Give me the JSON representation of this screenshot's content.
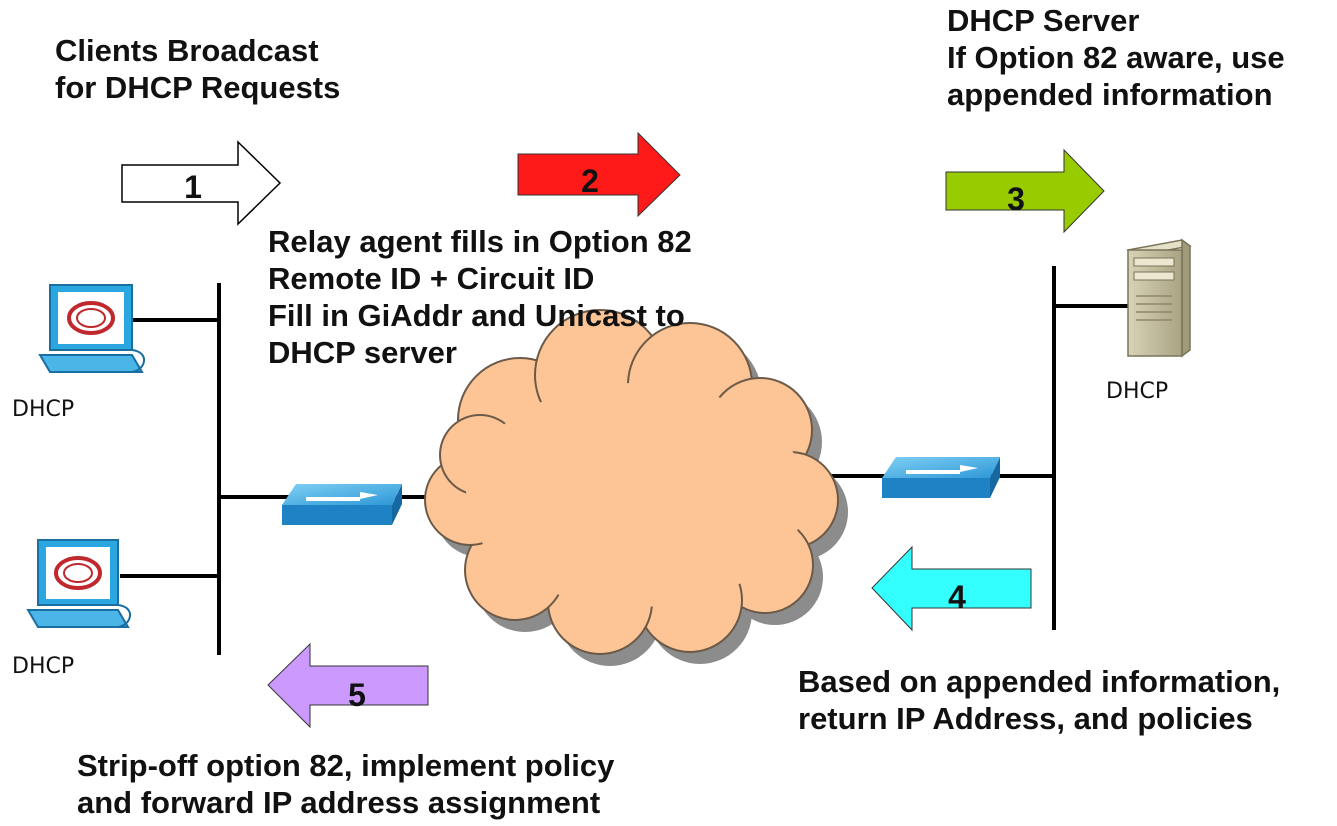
{
  "annotations": {
    "clients_broadcast": [
      "Clients Broadcast",
      "for DHCP Requests"
    ],
    "dhcp_server": [
      "DHCP Server",
      "If Option 82 aware, use",
      "appended information"
    ],
    "relay_agent": [
      "Relay agent fills in Option 82",
      "Remote ID + Circuit ID",
      "Fill in GiAddr and Unicast to",
      "DHCP server"
    ],
    "based_on": [
      "Based on appended information,",
      "return IP Address, and policies"
    ],
    "strip_off": [
      "Strip-off option 82, implement policy",
      "and forward IP address assignment"
    ]
  },
  "arrows": [
    {
      "step": "1",
      "direction": "right",
      "color": "#ffffff"
    },
    {
      "step": "2",
      "direction": "right",
      "color": "#ff1a1a"
    },
    {
      "step": "3",
      "direction": "right",
      "color": "#99cc00"
    },
    {
      "step": "4",
      "direction": "left",
      "color": "#33ffff"
    },
    {
      "step": "5",
      "direction": "left",
      "color": "#cc99ff"
    }
  ],
  "devices": {
    "client_1_label": "DHCP",
    "client_2_label": "DHCP",
    "server_label": "DHCP"
  },
  "colors": {
    "cloud": "#fdc596",
    "switch": "#2f9fd8",
    "monitor": "#2aa6e0",
    "server": "#c9c3a2"
  }
}
